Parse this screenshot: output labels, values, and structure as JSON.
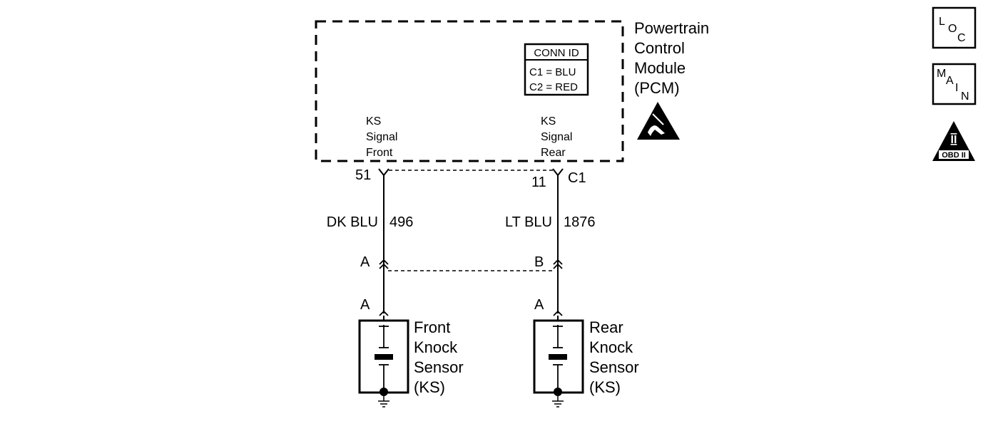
{
  "module": {
    "title_lines": [
      "Powertrain",
      "Control",
      "Module",
      "(PCM)"
    ]
  },
  "conn_id": {
    "header": "CONN ID",
    "rows": [
      "C1 = BLU",
      "C2 = RED"
    ]
  },
  "pcm_pins": {
    "front": {
      "label_lines": [
        "KS",
        "Signal",
        "Front"
      ],
      "pin": "51"
    },
    "rear": {
      "label_lines": [
        "KS",
        "Signal",
        "Rear"
      ],
      "pin": "11",
      "connector": "C1"
    }
  },
  "wires": {
    "front": {
      "color": "DK BLU",
      "circuit": "496"
    },
    "rear": {
      "color": "LT BLU",
      "circuit": "1876"
    }
  },
  "inline_connector": {
    "front_cavity": "A",
    "rear_cavity": "B"
  },
  "sensors": {
    "front": {
      "cavity": "A",
      "name_lines": [
        "Front",
        "Knock",
        "Sensor",
        "(KS)"
      ]
    },
    "rear": {
      "cavity": "A",
      "name_lines": [
        "Rear",
        "Knock",
        "Sensor",
        "(KS)"
      ]
    }
  },
  "side_icons": {
    "loc": {
      "chars": [
        "L",
        "O",
        "C"
      ],
      "icon": "loc-icon"
    },
    "main": {
      "chars": [
        "M",
        "A",
        "I",
        "N"
      ],
      "icon": "main-icon"
    },
    "obd": {
      "roman": "II",
      "label": "OBD II",
      "icon": "obd-ii-icon"
    }
  },
  "esd": {
    "icon": "esd-sensitive-icon"
  }
}
